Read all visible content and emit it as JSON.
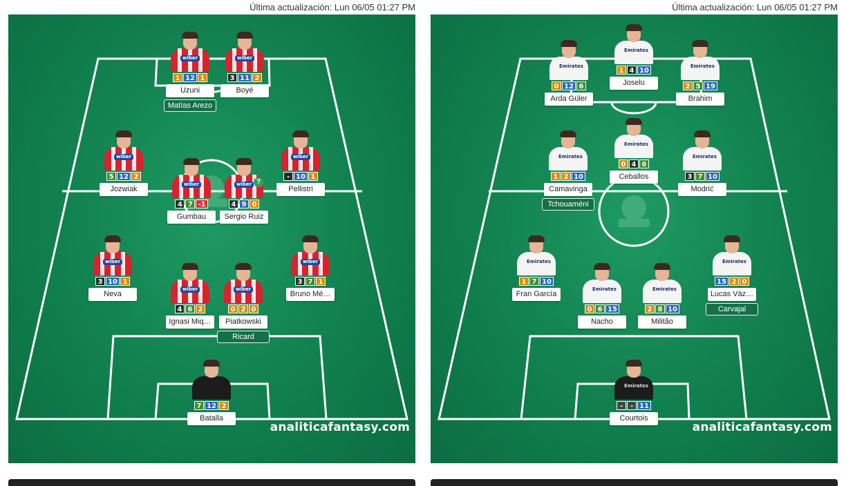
{
  "panels": [
    {
      "updated": "Última actualización: Lun 06/05 01:27 PM",
      "brand": "analiticafantasy.com",
      "players": [
        {
          "name": "Uzuni",
          "kit": "gra",
          "sponsor": "wiber",
          "badges": [
            {
              "v": "1",
              "c": "orange"
            },
            {
              "v": "12",
              "c": "blue"
            },
            {
              "v": "1",
              "c": "orange"
            }
          ],
          "alt": "Matías Arezo"
        },
        {
          "name": "Boyé",
          "kit": "gra",
          "sponsor": "wiber",
          "badges": [
            {
              "v": "3",
              "c": "dark"
            },
            {
              "v": "11",
              "c": "blue"
            },
            {
              "v": "2",
              "c": "orange"
            }
          ],
          "alt": ""
        },
        {
          "name": "Jozwiak",
          "kit": "gra",
          "sponsor": "wiber",
          "badges": [
            {
              "v": "5",
              "c": "green"
            },
            {
              "v": "12",
              "c": "blue"
            },
            {
              "v": "2",
              "c": "orange"
            }
          ],
          "alt": ""
        },
        {
          "name": "Gumbau",
          "kit": "gra",
          "sponsor": "wiber",
          "badges": [
            {
              "v": "4",
              "c": "dark"
            },
            {
              "v": "7",
              "c": "green"
            },
            {
              "v": "-1",
              "c": "red"
            }
          ],
          "alt": ""
        },
        {
          "name": "Sergio Ruiz",
          "kit": "gra",
          "sponsor": "wiber",
          "badges": [
            {
              "v": "4",
              "c": "dark"
            },
            {
              "v": "9",
              "c": "blue"
            },
            {
              "v": "0",
              "c": "orange"
            }
          ],
          "alt": "",
          "question": "?"
        },
        {
          "name": "Pellistri",
          "kit": "gra",
          "sponsor": "wiber",
          "badges": [
            {
              "v": "-",
              "c": "dark"
            },
            {
              "v": "10",
              "c": "blue"
            },
            {
              "v": "1",
              "c": "orange"
            }
          ],
          "alt": ""
        },
        {
          "name": "Neva",
          "kit": "gra",
          "sponsor": "wiber",
          "badges": [
            {
              "v": "3",
              "c": "dark"
            },
            {
              "v": "10",
              "c": "blue"
            },
            {
              "v": "1",
              "c": "orange"
            }
          ],
          "alt": ""
        },
        {
          "name": "Ignasi Miq…",
          "kit": "gra",
          "sponsor": "wiber",
          "badges": [
            {
              "v": "4",
              "c": "dark"
            },
            {
              "v": "6",
              "c": "green"
            },
            {
              "v": "2",
              "c": "orange"
            }
          ],
          "alt": ""
        },
        {
          "name": "Piatkowski",
          "kit": "gra",
          "sponsor": "wiber",
          "badges": [
            {
              "v": "0",
              "c": "orange"
            },
            {
              "v": "2",
              "c": "orange"
            },
            {
              "v": "0",
              "c": "orange"
            }
          ],
          "alt": "Ricard"
        },
        {
          "name": "Bruno Mé…",
          "kit": "gra",
          "sponsor": "wiber",
          "badges": [
            {
              "v": "3",
              "c": "dark"
            },
            {
              "v": "7",
              "c": "green"
            },
            {
              "v": "1",
              "c": "orange"
            }
          ],
          "alt": ""
        },
        {
          "name": "Batalla",
          "kit": "gk",
          "sponsor": "",
          "badges": [
            {
              "v": "7",
              "c": "green"
            },
            {
              "v": "12",
              "c": "blue"
            },
            {
              "v": "2",
              "c": "orange"
            }
          ],
          "alt": ""
        }
      ]
    },
    {
      "updated": "Última actualización: Lun 06/05 01:27 PM",
      "brand": "analiticafantasy.com",
      "players": [
        {
          "name": "Arda Güler",
          "kit": "rma",
          "sponsor": "Emirates",
          "badges": [
            {
              "v": "0",
              "c": "orange"
            },
            {
              "v": "12",
              "c": "blue"
            },
            {
              "v": "6",
              "c": "green"
            }
          ],
          "alt": ""
        },
        {
          "name": "Joselu",
          "kit": "rma",
          "sponsor": "Emirates",
          "badges": [
            {
              "v": "1",
              "c": "orange"
            },
            {
              "v": "4",
              "c": "dark"
            },
            {
              "v": "10",
              "c": "blue"
            }
          ],
          "alt": ""
        },
        {
          "name": "Brahim",
          "kit": "rma",
          "sponsor": "Emirates",
          "badges": [
            {
              "v": "2",
              "c": "orange"
            },
            {
              "v": "5",
              "c": "green"
            },
            {
              "v": "19",
              "c": "blue"
            }
          ],
          "alt": ""
        },
        {
          "name": "Camavinga",
          "kit": "rma",
          "sponsor": "Emirates",
          "badges": [
            {
              "v": "1",
              "c": "orange"
            },
            {
              "v": "2",
              "c": "orange"
            },
            {
              "v": "10",
              "c": "blue"
            }
          ],
          "alt": "Tchouaméni"
        },
        {
          "name": "Ceballos",
          "kit": "rma",
          "sponsor": "Emirates",
          "badges": [
            {
              "v": "0",
              "c": "orange"
            },
            {
              "v": "4",
              "c": "dark"
            },
            {
              "v": "6",
              "c": "green"
            }
          ],
          "alt": ""
        },
        {
          "name": "Modrić",
          "kit": "rma",
          "sponsor": "Emirates",
          "badges": [
            {
              "v": "3",
              "c": "dark"
            },
            {
              "v": "7",
              "c": "green"
            },
            {
              "v": "10",
              "c": "blue"
            }
          ],
          "alt": ""
        },
        {
          "name": "Fran García",
          "kit": "rma",
          "sponsor": "Emirates",
          "badges": [
            {
              "v": "1",
              "c": "orange"
            },
            {
              "v": "7",
              "c": "green"
            },
            {
              "v": "10",
              "c": "blue"
            }
          ],
          "alt": ""
        },
        {
          "name": "Nacho",
          "kit": "rma",
          "sponsor": "Emirates",
          "badges": [
            {
              "v": "0",
              "c": "orange"
            },
            {
              "v": "6",
              "c": "green"
            },
            {
              "v": "15",
              "c": "blue"
            }
          ],
          "alt": ""
        },
        {
          "name": "Militão",
          "kit": "rma",
          "sponsor": "Emirates",
          "badges": [
            {
              "v": "2",
              "c": "orange"
            },
            {
              "v": "8",
              "c": "green"
            },
            {
              "v": "10",
              "c": "blue"
            }
          ],
          "alt": ""
        },
        {
          "name": "Lucas Váz…",
          "kit": "rma",
          "sponsor": "Emirates",
          "badges": [
            {
              "v": "15",
              "c": "blue"
            },
            {
              "v": "2",
              "c": "orange"
            },
            {
              "v": "0",
              "c": "orange"
            }
          ],
          "alt": "Carvajal"
        },
        {
          "name": "Courtois",
          "kit": "gk",
          "sponsor": "Emirates",
          "badges": [
            {
              "v": "-",
              "c": "gray"
            },
            {
              "v": "-",
              "c": "gray"
            },
            {
              "v": "11",
              "c": "blue"
            }
          ],
          "alt": ""
        }
      ]
    }
  ],
  "colors": {
    "pitch": "#138451",
    "granada_kit": "#d8232f",
    "madrid_kit": "#f4f4f4",
    "badge_orange": "#d98a06",
    "badge_green": "#3c8d2e",
    "badge_blue": "#2767b8",
    "badge_red": "#d53131"
  }
}
